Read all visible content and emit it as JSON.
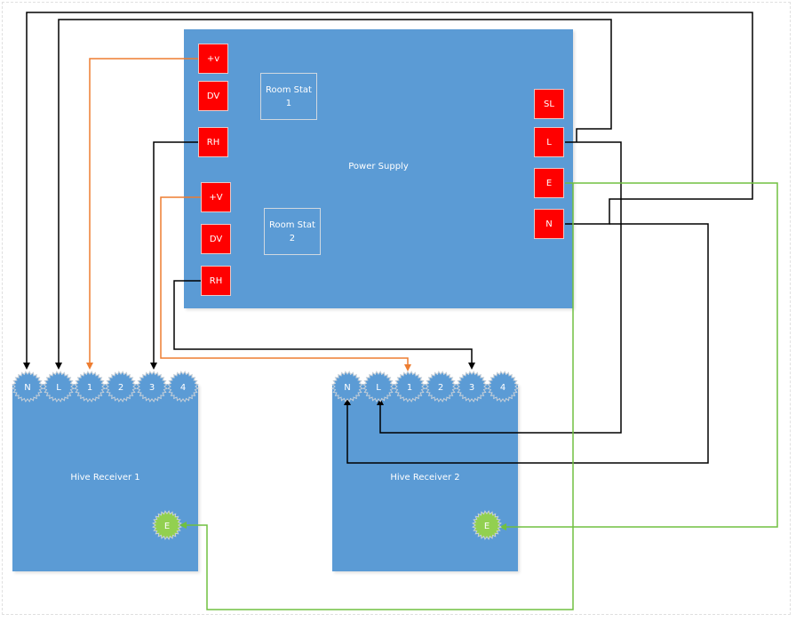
{
  "power_supply": {
    "title": "Power Supply",
    "left_terminals": [
      "+v",
      "DV",
      "RH",
      "+V",
      "DV",
      "RH"
    ],
    "right_terminals": [
      "SL",
      "L",
      "E",
      "N"
    ],
    "room_stat_1": "Room Stat\n1",
    "room_stat_2": "Room Stat\n2"
  },
  "receiver_1": {
    "title": "Hive Receiver 1",
    "terminals": [
      "N",
      "L",
      "1",
      "2",
      "3",
      "4"
    ],
    "earth": "E"
  },
  "receiver_2": {
    "title": "Hive Receiver 2",
    "terminals": [
      "N",
      "L",
      "1",
      "2",
      "3",
      "4"
    ],
    "earth": "E"
  },
  "colors": {
    "box_fill": "#5b9bd5",
    "terminal_red": "#ff0000",
    "earth_green": "#92d050",
    "wire_black": "#000000",
    "wire_orange": "#ed7d31",
    "wire_green": "#70c040"
  }
}
